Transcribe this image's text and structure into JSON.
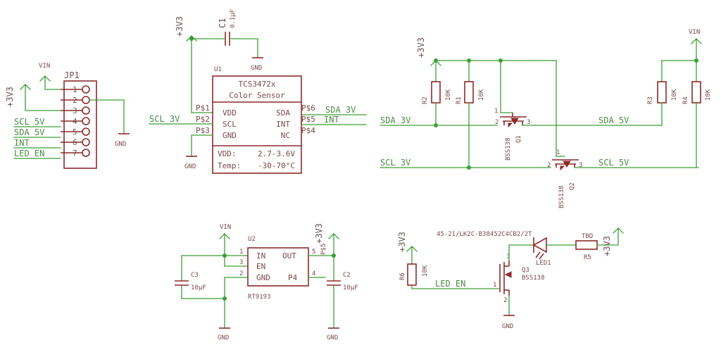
{
  "power": {
    "v3": "+3V3",
    "vin": "VIN",
    "gnd": "GND"
  },
  "jp1": {
    "ref": "JP1",
    "pins": [
      "1",
      "2",
      "3",
      "4",
      "5",
      "6",
      "7"
    ],
    "nets": [
      "SCL_5V",
      "SDA_5V",
      "INT",
      "LED_EN"
    ]
  },
  "c1": {
    "ref": "C1",
    "value": "0.1µF"
  },
  "u1": {
    "ref": "U1",
    "part": "TCS3472x",
    "desc": "Color Sensor",
    "left": [
      "VDD",
      "SCL",
      "GND"
    ],
    "right": [
      "SDA",
      "INT",
      "NC"
    ],
    "pins_left": [
      "P$1",
      "P$2",
      "P$3"
    ],
    "pins_right": [
      "P$6",
      "P$5",
      "P$4"
    ],
    "vdd_label": "VDD:",
    "vdd_value": "2.7-3.6V",
    "temp_label": "Temp:",
    "temp_value": "-30-70°C",
    "net_scl": "SCL_3V",
    "net_sda": "SDA_3V",
    "net_int": "INT"
  },
  "shifter": {
    "r1": "R1",
    "r2": "R2",
    "r3": "R3",
    "r4": "R4",
    "rval": "10K",
    "q1": "Q1",
    "q2": "Q2",
    "qpart": "BSS138",
    "sda3": "SDA_3V",
    "scl3": "SCL_3V",
    "sda5": "SDA_5V",
    "scl5": "SCL_5V",
    "pin1": "1",
    "pin2": "2",
    "pin3": "3"
  },
  "u2": {
    "ref": "U2",
    "part": "RT9193",
    "in": "IN",
    "en": "EN",
    "gnd": "GND",
    "out": "OUT",
    "p4": "P4",
    "pins": [
      "1",
      "3",
      "2",
      "5",
      "4"
    ],
    "p5": "P$5",
    "c3": "C3",
    "c2": "C2",
    "cval": "10µF"
  },
  "led": {
    "part": "45-21/LK2C-B38452C4CB2/2T",
    "ref": "LED1",
    "r5": "R5",
    "r5val": "TBD",
    "r6": "R6",
    "r6val": "10K",
    "q3": "Q3",
    "q3part": "BSS138",
    "net": "LED_EN",
    "pin1": "1",
    "pin2": "2",
    "pin3": "3"
  }
}
